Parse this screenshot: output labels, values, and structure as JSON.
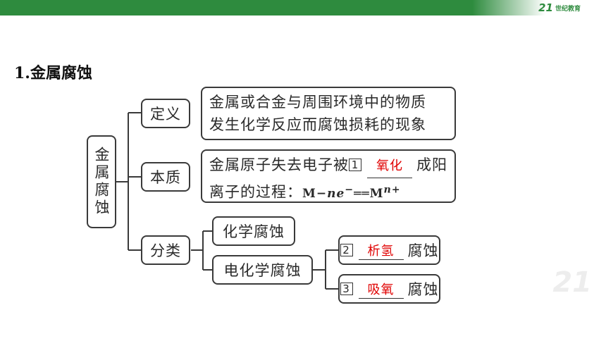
{
  "header": {
    "logo_mark": "21",
    "logo_text": "世纪教育"
  },
  "title": "1.金属腐蚀",
  "root": "金属腐蚀",
  "definition": {
    "label": "定义",
    "line1": "金属或合金与周围环境中的物质",
    "line2": "发生化学反应而腐蚀损耗的现象"
  },
  "essence": {
    "label": "本质",
    "prefix": "金属原子失去电子被",
    "blank_num": "1",
    "answer": "氧化",
    "suffix": "成阳",
    "line2_prefix": "离子的过程：",
    "formula": {
      "m": "M",
      "minus": "−",
      "n": "n",
      "e": "e",
      "esup": "−",
      "eq": "══",
      "m2": "M",
      "msup": "n+"
    }
  },
  "classification": {
    "label": "分类",
    "chemical": "化学腐蚀",
    "electrochemical": "电化学腐蚀",
    "types": [
      {
        "num": "2",
        "answer": "析氢",
        "suffix": "腐蚀"
      },
      {
        "num": "3",
        "answer": "吸氧",
        "suffix": "腐蚀"
      }
    ]
  },
  "colors": {
    "accent": "#2e8b3e",
    "answer": "#e00000"
  }
}
